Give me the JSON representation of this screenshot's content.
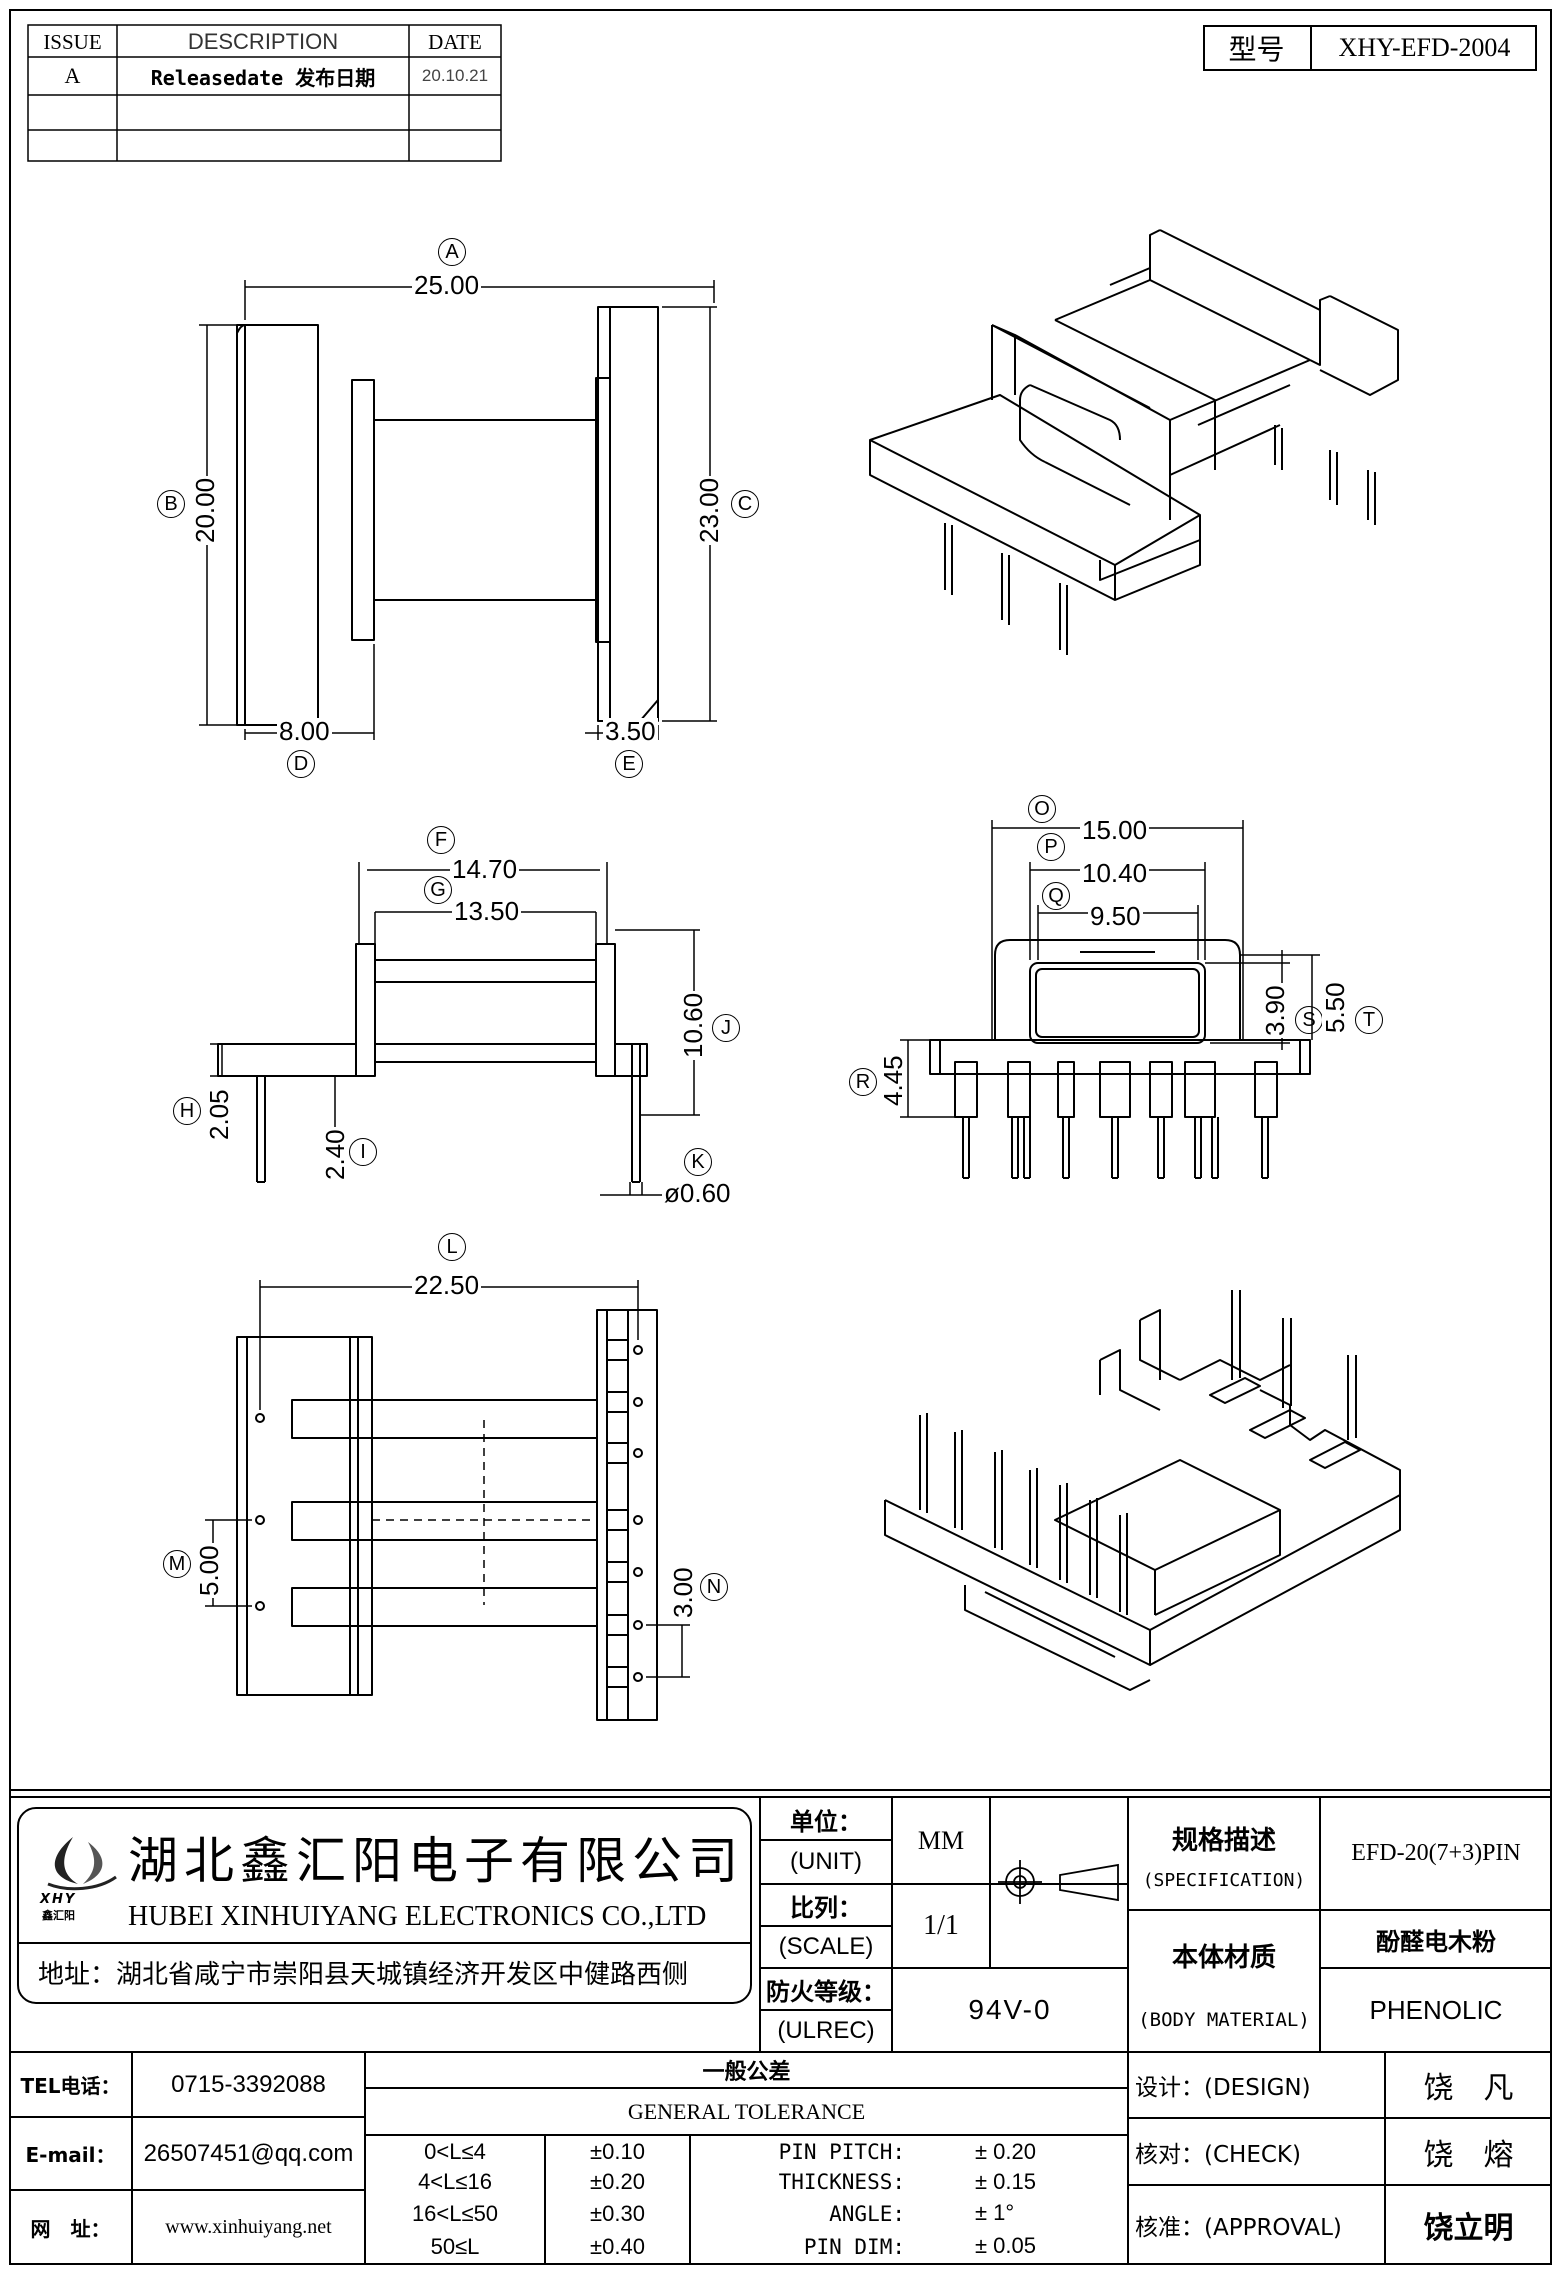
{
  "revision_table": {
    "headers": {
      "issue": "ISSUE",
      "description": "DESCRIPTION",
      "date": "DATE"
    },
    "rows": [
      {
        "issue": "A",
        "description": "Releasedate 发布日期",
        "date": "20.10.21"
      },
      {
        "issue": "",
        "description": "",
        "date": ""
      },
      {
        "issue": "",
        "description": "",
        "date": ""
      }
    ]
  },
  "model": {
    "label": "型号",
    "value": "XHY-EFD-2004"
  },
  "dimensions": {
    "A": {
      "letter": "A",
      "value": "25.00"
    },
    "B": {
      "letter": "B",
      "value": "20.00"
    },
    "C": {
      "letter": "C",
      "value": "23.00"
    },
    "D": {
      "letter": "D",
      "value": "8.00"
    },
    "E": {
      "letter": "E",
      "value": "3.50"
    },
    "F": {
      "letter": "F",
      "value": "14.70"
    },
    "G": {
      "letter": "G",
      "value": "13.50"
    },
    "H": {
      "letter": "H",
      "value": "2.05"
    },
    "I": {
      "letter": "I",
      "value": "2.40"
    },
    "J": {
      "letter": "J",
      "value": "10.60"
    },
    "K": {
      "letter": "K",
      "value": "ø0.60"
    },
    "L": {
      "letter": "L",
      "value": "22.50"
    },
    "M": {
      "letter": "M",
      "value": "5.00"
    },
    "N": {
      "letter": "N",
      "value": "3.00"
    },
    "O": {
      "letter": "O",
      "value": "15.00"
    },
    "P": {
      "letter": "P",
      "value": "10.40"
    },
    "Q": {
      "letter": "Q",
      "value": "9.50"
    },
    "R": {
      "letter": "R",
      "value": "4.45"
    },
    "S": {
      "letter": "S",
      "value": "3.90"
    },
    "T": {
      "letter": "T",
      "value": "5.50"
    }
  },
  "company": {
    "logo_text": "XHY",
    "logo_sub": "鑫汇阳",
    "name_cn": "湖北鑫汇阳电子有限公司",
    "name_en": "HUBEI XINHUIYANG ELECTRONICS CO.,LTD",
    "address": "地址：湖北省咸宁市崇阳县天城镇经济开发区中健路西侧"
  },
  "title_block": {
    "unit_cn": "单位：",
    "unit_en": "(UNIT)",
    "unit_value": "MM",
    "scale_cn": "比列：",
    "scale_en": "(SCALE)",
    "scale_value": "1/1",
    "ul_cn": "防火等级：",
    "ul_en": "(ULREC)",
    "ul_value": "94V-0",
    "spec_cn": "规格描述",
    "spec_en": "(SPECIFICATION)",
    "spec_value": "EFD-20(7+3)PIN",
    "material_cn": "本体材质",
    "material_en": "(BODY MATERIAL)",
    "material_value_cn": "酚醛电木粉",
    "material_value_en": "PHENOLIC"
  },
  "contact": {
    "tel_label": "TEL电话：",
    "tel": "0715-3392088",
    "email_label": "E-mail：",
    "email": "26507451@qq.com",
    "web_label": "网　址：",
    "web": "www.xinhuiyang.net"
  },
  "tolerance": {
    "title_cn": "一般公差",
    "title_en": "GENERAL TOLERANCE",
    "ranges": [
      {
        "range": "0<L≤4",
        "tol": "±0.10"
      },
      {
        "range": "4<L≤16",
        "tol": "±0.20"
      },
      {
        "range": "16<L≤50",
        "tol": "±0.30"
      },
      {
        "range": "50≤L",
        "tol": "±0.40"
      }
    ],
    "items": [
      {
        "label": "PIN PITCH:",
        "value": "± 0.20"
      },
      {
        "label": "THICKNESS:",
        "value": "± 0.15"
      },
      {
        "label": "ANGLE:",
        "value": "± 1°"
      },
      {
        "label": "PIN DIM:",
        "value": "± 0.05"
      }
    ]
  },
  "signoff": {
    "design_label": "设计：(DESIGN)",
    "design_name": "饶　凡",
    "check_label": "核对：(CHECK)",
    "check_name": "饶　熔",
    "approval_label": "核准：(APPROVAL)",
    "approval_name": "饶立明"
  }
}
